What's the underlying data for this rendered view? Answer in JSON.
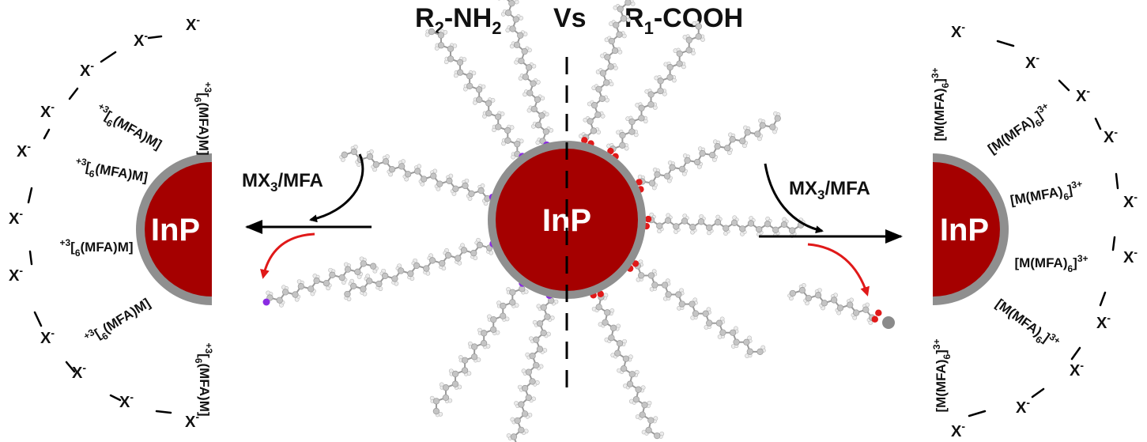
{
  "header": {
    "amine": {
      "base": "R",
      "sub1": "2",
      "mid": "-NH",
      "sub2": "2"
    },
    "vs": "Vs",
    "acid": {
      "base": "R",
      "sub1": "1",
      "mid": "-COOH"
    }
  },
  "core_label": "InP",
  "reagent": {
    "base": "MX",
    "sub": "3",
    "rest": "/MFA"
  },
  "anion": {
    "base": "X",
    "sup": "-"
  },
  "left_complex": {
    "sup": "+3",
    "pre": "[",
    "sub": "6",
    "body": "(MFA)M]"
  },
  "right_complex": {
    "body": "[M(MFA)",
    "sub": "6",
    "post": "]",
    "sup": "3+"
  },
  "colors": {
    "core": "#a50000",
    "shell": "#8f8f8f",
    "carbon": "#c4c4c4",
    "hydrogen": "#ececec",
    "nitrogen": "#8a2be2",
    "oxygen": "#e01919",
    "arrow_black": "#000000",
    "arrow_red": "#e01919"
  },
  "icons": {
    "amine_ligand": "alkyl-chain-purple-head",
    "acid_ligand": "alkyl-chain-red-head"
  }
}
